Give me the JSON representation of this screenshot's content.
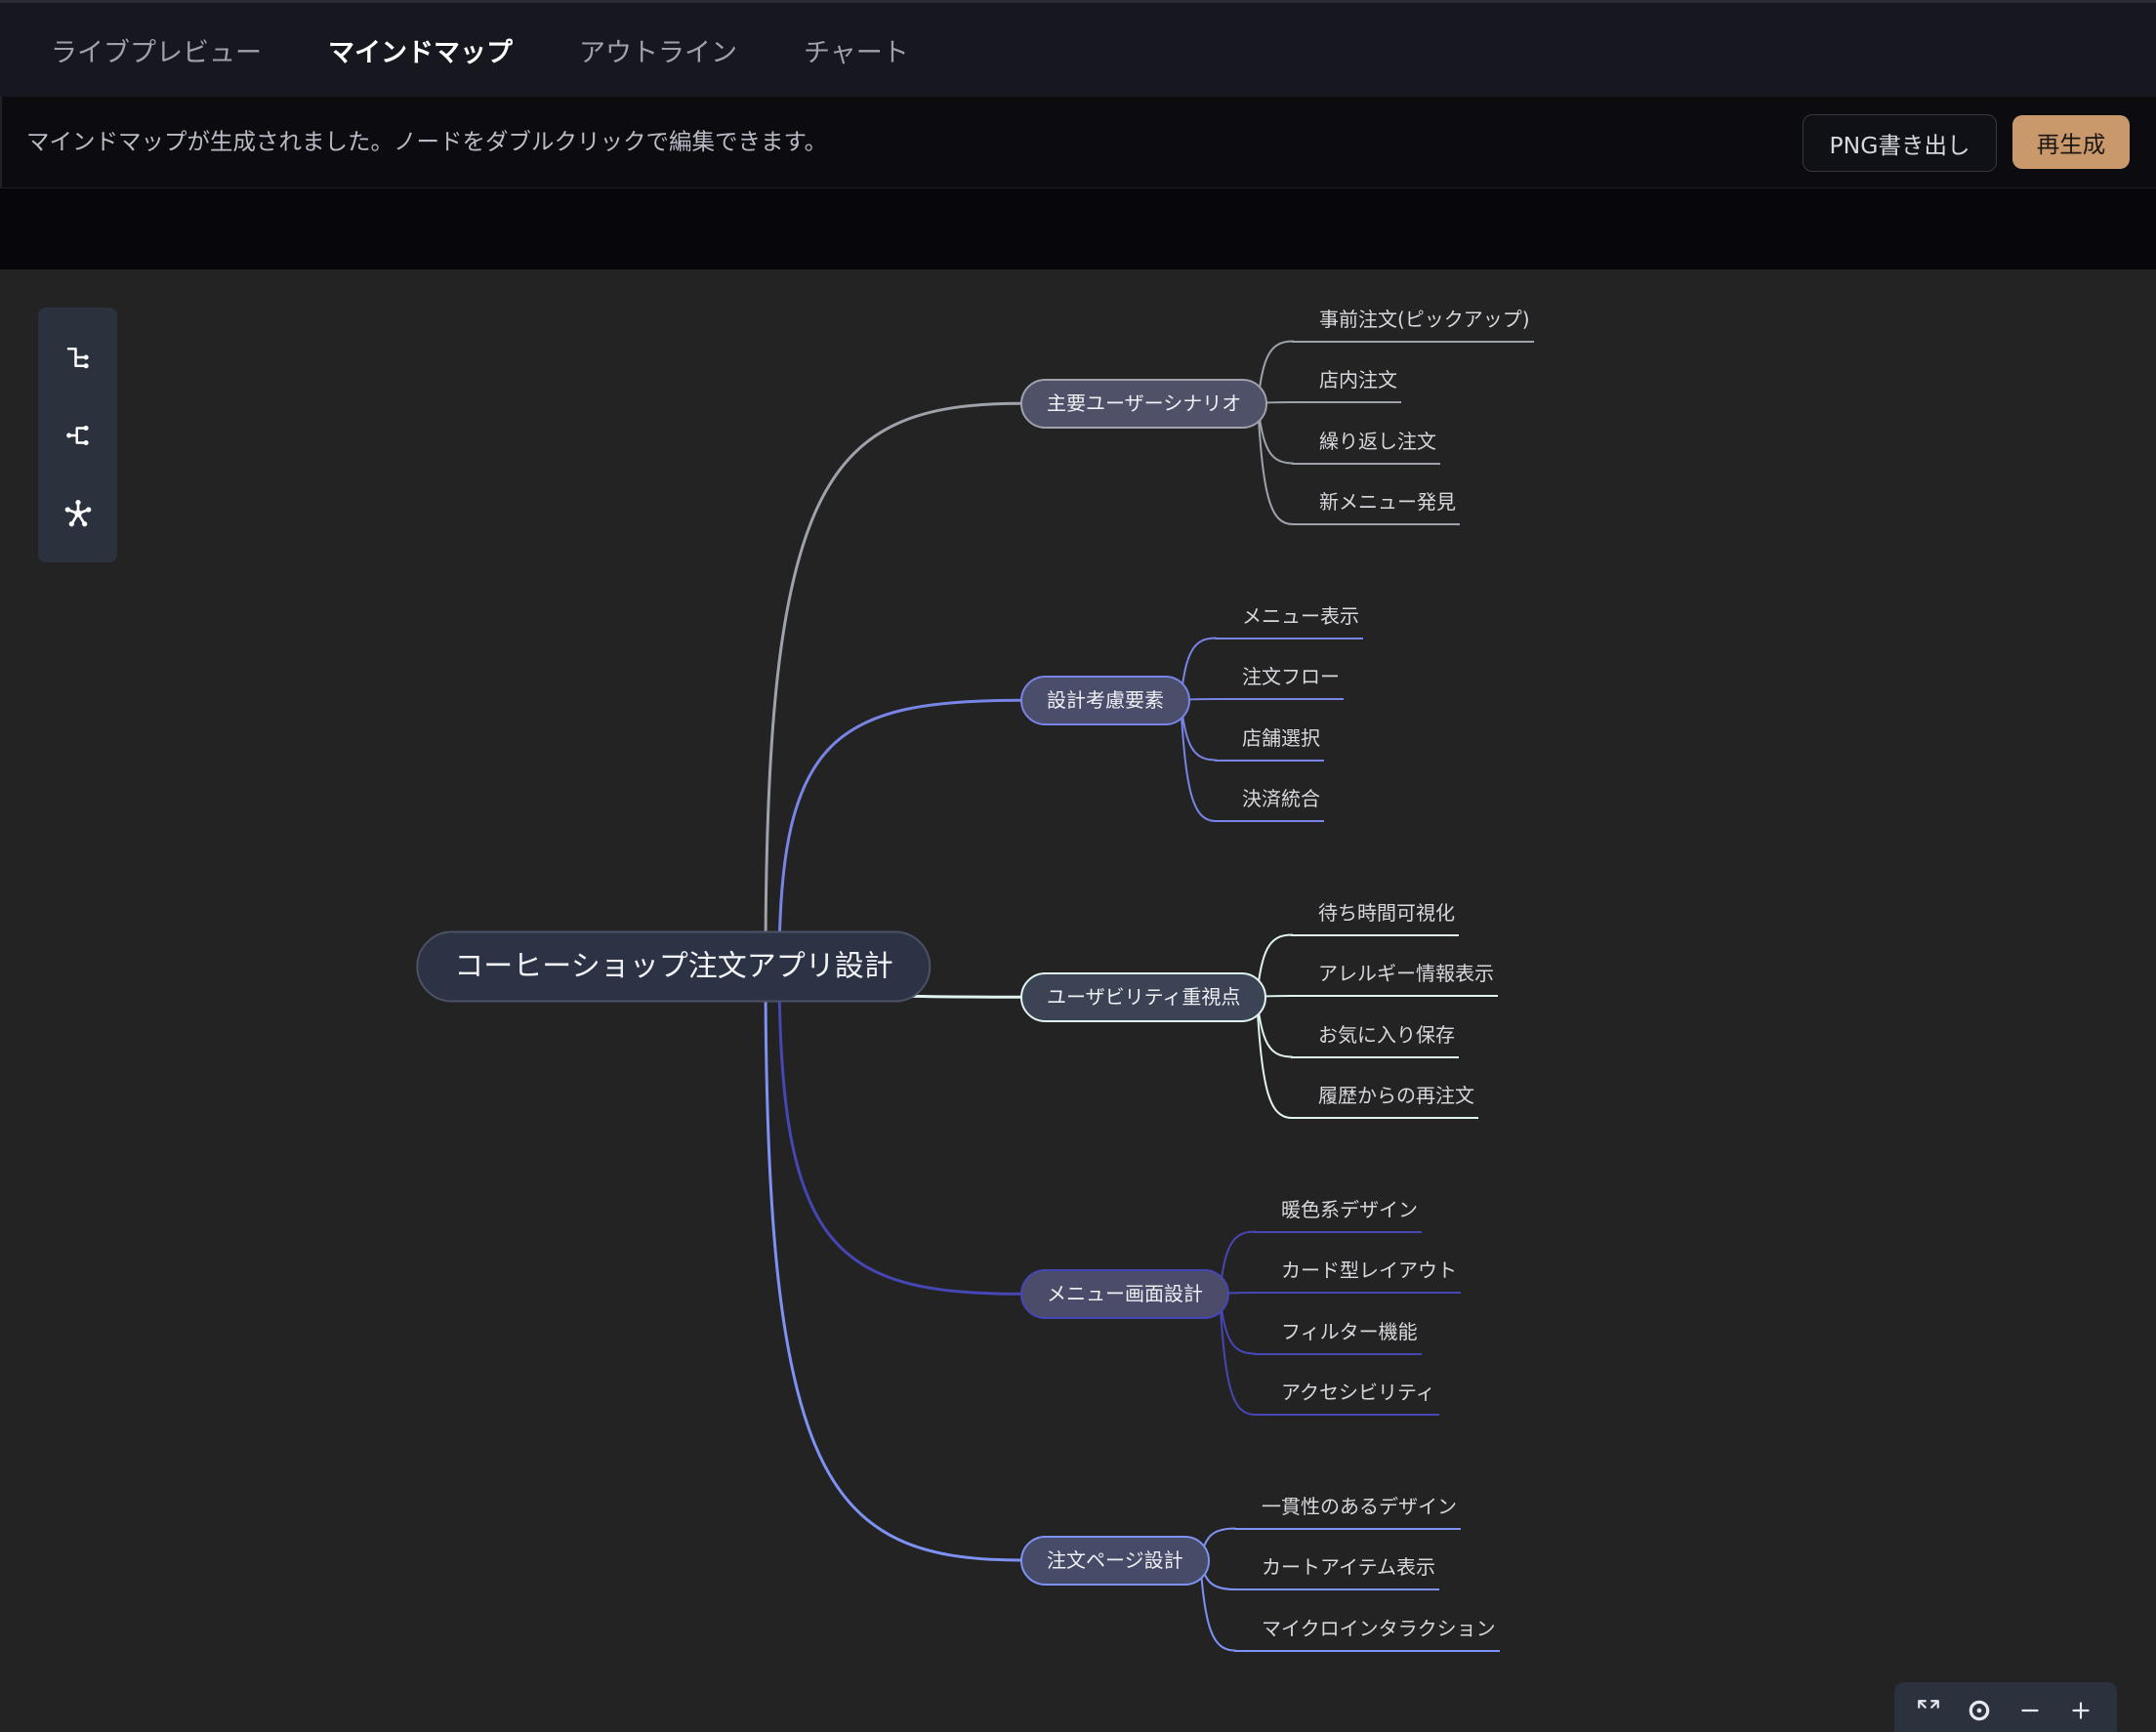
{
  "tabs": [
    {
      "label": "ライブプレビュー",
      "active": false
    },
    {
      "label": "マインドマップ",
      "active": true
    },
    {
      "label": "アウトライン",
      "active": false
    },
    {
      "label": "チャート",
      "active": false
    }
  ],
  "status_bar": {
    "message": "マインドマップが生成されました。ノードをダブルクリックで編集できます。",
    "export_button": "PNG書き出し",
    "regenerate_button": "再生成"
  },
  "layout_toolbar": {
    "buttons": [
      {
        "icon": "logical-structure-icon"
      },
      {
        "icon": "mind-map-structure-icon"
      },
      {
        "icon": "radial-structure-icon"
      }
    ]
  },
  "zoom_controls": {
    "buttons": [
      {
        "icon": "fullscreen-icon"
      },
      {
        "icon": "locate-icon"
      },
      {
        "icon": "zoom-out-icon"
      },
      {
        "icon": "zoom-in-icon"
      }
    ]
  },
  "colors": {
    "accent": "#c9996b",
    "canvas_background": "#232323"
  },
  "mindmap": {
    "root": "コーヒーショップ注文アプリ設計",
    "branches": [
      {
        "label": "主要ユーザーシナリオ",
        "color": "#9ea3ab",
        "fill": "#4e5168",
        "children": [
          "事前注文(ピックアップ)",
          "店内注文",
          "繰り返し注文",
          "新メニュー発見"
        ]
      },
      {
        "label": "設計考慮要素",
        "color": "#7884e6",
        "fill": "#4b4e6b",
        "children": [
          "メニュー表示",
          "注文フロー",
          "店舗選択",
          "決済統合"
        ]
      },
      {
        "label": "ユーザビリティ重視点",
        "color": "#dff3f0",
        "fill": "#3c4354",
        "children": [
          "待ち時間可視化",
          "アレルギー情報表示",
          "お気に入り保存",
          "履歴からの再注文"
        ]
      },
      {
        "label": "メニュー画面設計",
        "color": "#4646b4",
        "fill": "#4a4c6a",
        "children": [
          "暖色系デザイン",
          "カード型レイアウト",
          "フィルター機能",
          "アクセシビリティ"
        ]
      },
      {
        "label": "注文ページ設計",
        "color": "#7d92f2",
        "fill": "#464c68",
        "children": [
          "一貫性のあるデザイン",
          "カートアイテム表示",
          "マイクロインタラクション"
        ]
      }
    ]
  }
}
